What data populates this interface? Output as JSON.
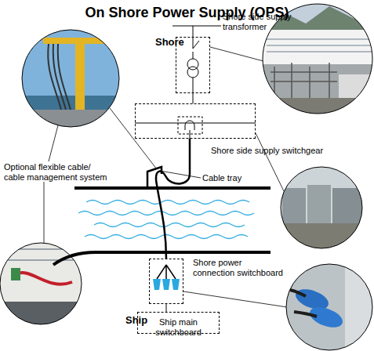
{
  "diagram": {
    "title": "On Shore Power Supply (OPS)",
    "nodes": [
      {
        "text": [
          "Shore side supply transformer"
        ]
      },
      {
        "text": [
          "Shore side supply switchgear"
        ]
      },
      {
        "text": [
          "Shore power connection switchboard"
        ]
      },
      {
        "text": [
          "Ship main switchboard"
        ]
      }
    ],
    "edges": [
      {
        "from": 0,
        "to": 1,
        "arrow": "none"
      },
      {
        "from": 1,
        "to": 2,
        "arrow": "none"
      },
      {
        "from": 2,
        "to": 3,
        "arrow": "none"
      }
    ],
    "labels": [
      "Shore",
      "Cable tray",
      "Optional flexible cable/ cable management system",
      "Ship"
    ]
  }
}
